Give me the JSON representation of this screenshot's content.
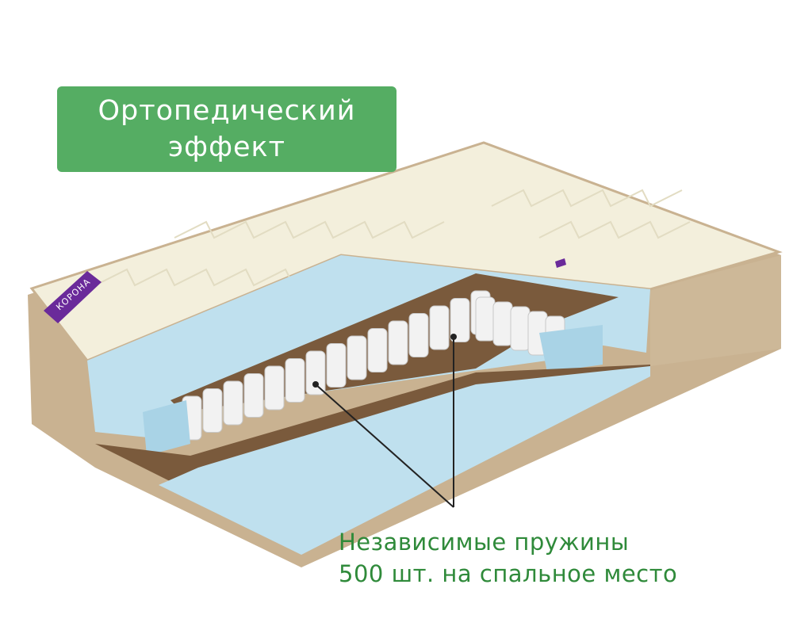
{
  "badge": {
    "line1": "Ортопедический",
    "line2": "эффект",
    "color": "#55ad63"
  },
  "caption": {
    "line1": "Независимые пружины",
    "line2": "500 шт. на спальное место",
    "color": "#2f8a3a"
  },
  "brand_label": {
    "text": "КОРОНА",
    "color": "#6a2a9a"
  },
  "colors": {
    "cover": "#f3efdc",
    "side": "#c9b291",
    "foam": "#bfe0ee",
    "coir": "#7a5a3c",
    "springs": "#f2f2f2"
  }
}
